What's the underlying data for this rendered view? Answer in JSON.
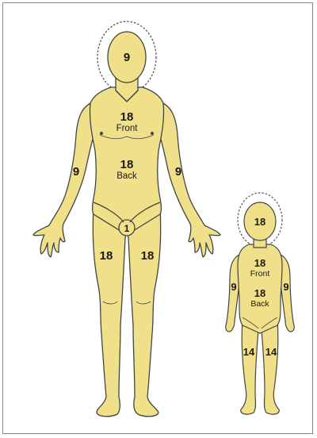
{
  "colors": {
    "skin": "#f0e08a",
    "outline": "#444444",
    "halo": "#555555"
  },
  "adult": {
    "head": "9",
    "torso_front_value": "18",
    "torso_front_word": "Front",
    "torso_back_value": "18",
    "torso_back_word": "Back",
    "arm_left": "9",
    "arm_right": "9",
    "groin": "1",
    "leg_left": "18",
    "leg_right": "18"
  },
  "child": {
    "head": "18",
    "torso_front_value": "18",
    "torso_front_word": "Front",
    "torso_back_value": "18",
    "torso_back_word": "Back",
    "arm_left": "9",
    "arm_right": "9",
    "leg_left": "14",
    "leg_right": "14"
  }
}
